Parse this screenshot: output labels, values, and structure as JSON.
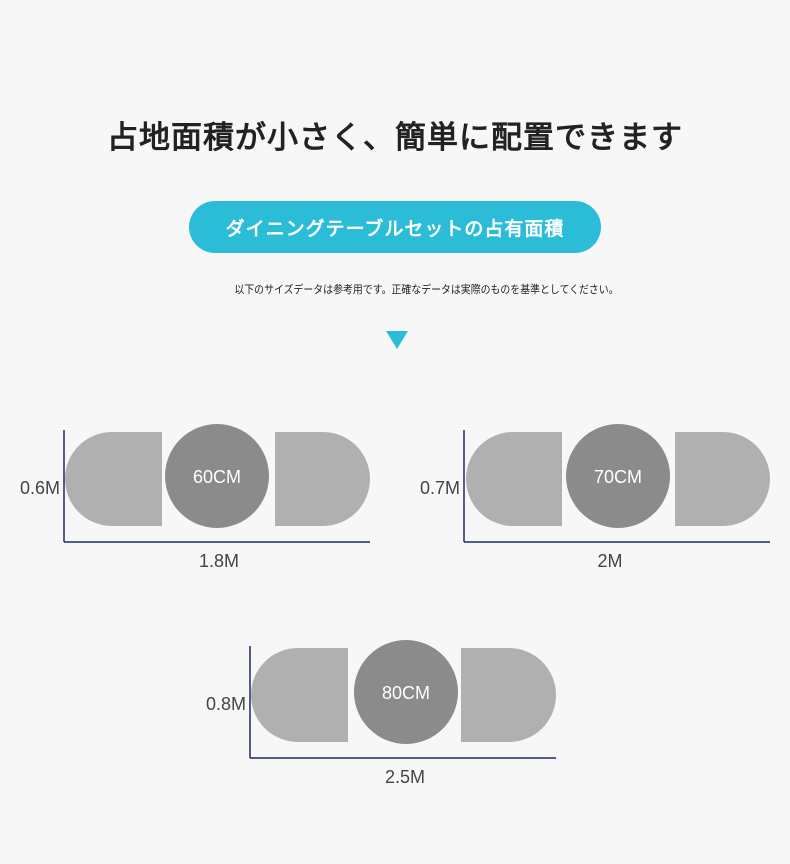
{
  "heading": "占地面積が小さく、簡単に配置できます",
  "banner": {
    "label": "ダイニングテーブルセットの占有面積"
  },
  "note": "以下のサイズデータは参考用です。正確なデータは実際のものを基準としてください。",
  "colors": {
    "banner": "#2bbdd8",
    "chair": "#b0b0b0",
    "table": "#8c8b8b",
    "axis": "#1f2a5c",
    "arrow": "#2bbdd8"
  },
  "diagrams": [
    {
      "depth": "0.6M",
      "width": "1.8M",
      "table": "60CM"
    },
    {
      "depth": "0.7M",
      "width": "2M",
      "table": "70CM"
    },
    {
      "depth": "0.8M",
      "width": "2.5M",
      "table": "80CM"
    }
  ]
}
